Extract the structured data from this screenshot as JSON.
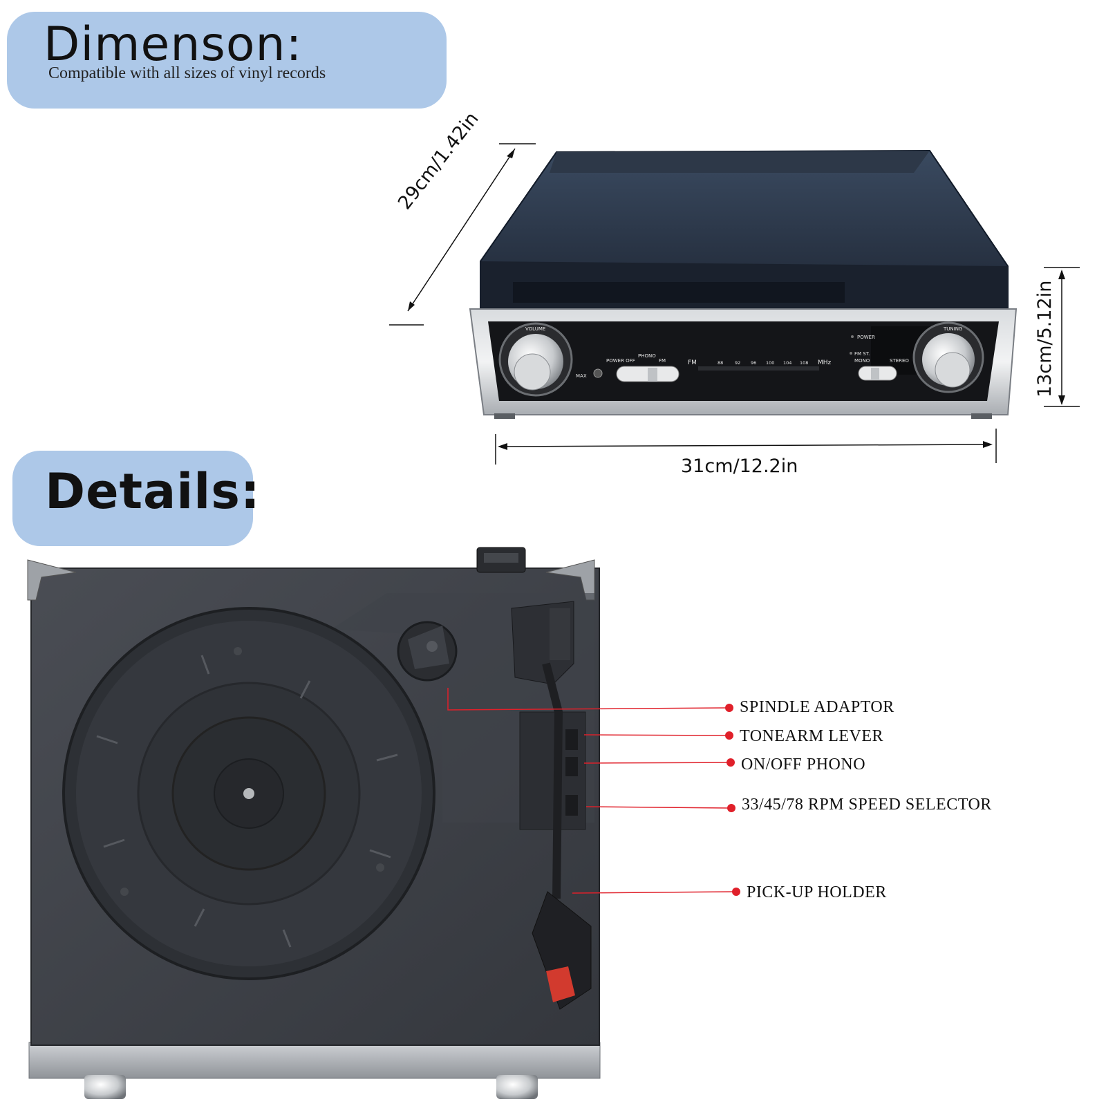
{
  "dimension": {
    "title": "Dimenson:",
    "subtitle": "Compatible with all sizes of vinyl records",
    "depth": "29cm/1.42in",
    "height": "13cm/5.12in",
    "width": "31cm/12.2in"
  },
  "front_panel": {
    "volume": "VOLUME",
    "max": "MAX",
    "power_off": "POWER OFF",
    "phono": "PHONO",
    "fm_switch": "FM",
    "fm": "FM",
    "scale": [
      "88",
      "92",
      "96",
      "100",
      "104",
      "108"
    ],
    "mhz": "MHz",
    "power": "POWER",
    "fm_st": "FM ST.",
    "mono": "MONO",
    "stereo": "STEREO",
    "tuning": "TUNING"
  },
  "details": {
    "title": "Details:",
    "callouts": [
      "SPINDLE ADAPTOR",
      "TONEARM LEVER",
      "ON/OFF PHONO",
      "33/45/78 RPM SPEED SELECTOR",
      "PICK-UP HOLDER"
    ]
  },
  "colors": {
    "label_bg": "#adc8e8",
    "callout_dot": "#e0202a",
    "body_dark": "#3b3e45"
  }
}
